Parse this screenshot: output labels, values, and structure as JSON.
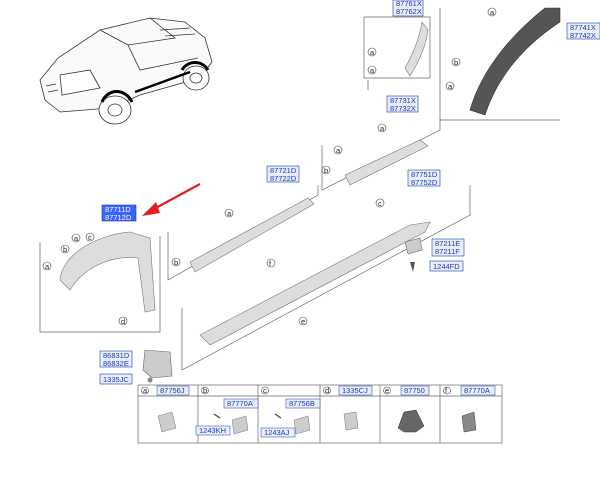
{
  "diagram": {
    "part_labels": {
      "p87761": "87761X",
      "p87762": "87762X",
      "p87741": "87741X",
      "p87742": "87742X",
      "p87731": "87731X",
      "p87732": "87732X",
      "p87721": "87721D",
      "p87722": "87722D",
      "p87751": "87751D",
      "p87752": "87752D",
      "p87711": "87711D",
      "p87712": "87712D",
      "p87211e": "87211E",
      "p87211f": "87211F",
      "p1244fd": "1244FD",
      "p86831": "86831D",
      "p86832": "86832E",
      "p1335jc": "1335JC"
    },
    "callouts": {
      "a": "a",
      "b": "b",
      "c": "c",
      "d": "d",
      "e": "e",
      "f": "f"
    },
    "legend": {
      "cells": [
        {
          "letter": "a",
          "codes": [
            "87756J"
          ]
        },
        {
          "letter": "b",
          "codes": [
            "87770A",
            "1243KH"
          ]
        },
        {
          "letter": "c",
          "codes": [
            "87756B",
            "1243AJ"
          ]
        },
        {
          "letter": "d",
          "codes": [
            "1335CJ"
          ]
        },
        {
          "letter": "e",
          "codes": [
            "87750"
          ]
        },
        {
          "letter": "f",
          "codes": [
            "87770A"
          ]
        }
      ]
    },
    "colors": {
      "label_blue": "#1a3ea8",
      "box_fill": "#e8eeff",
      "highlight": "#3b63ff",
      "arrow_red": "#e02020"
    },
    "icons": [
      "car-icon",
      "red-arrow-icon"
    ]
  }
}
